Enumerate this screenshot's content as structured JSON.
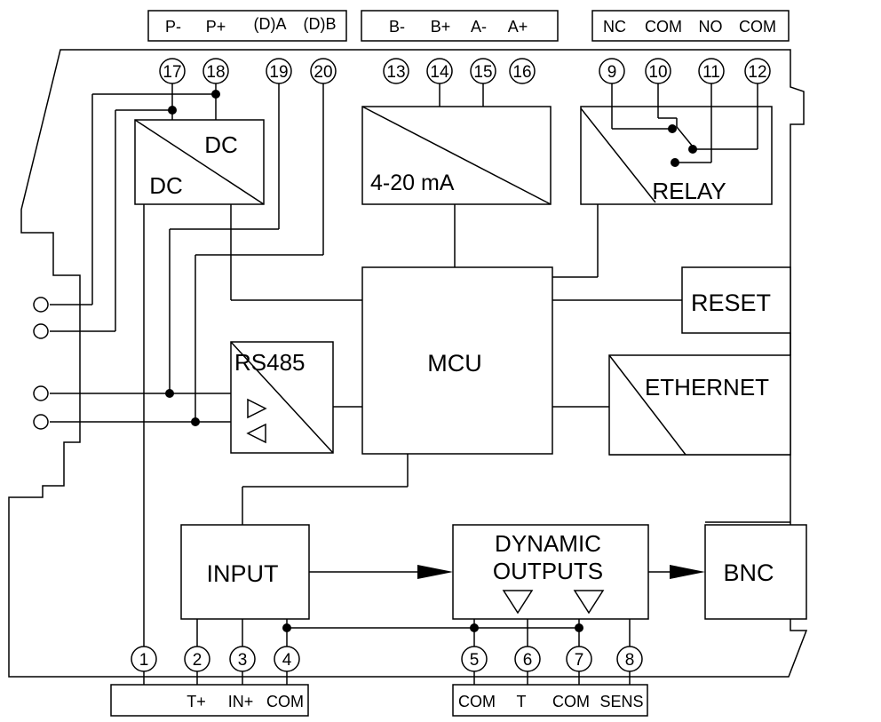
{
  "terminals": {
    "top_left": [
      "P-",
      "P+",
      "(D)A",
      "(D)B"
    ],
    "top_mid": [
      "B-",
      "B+",
      "A-",
      "A+"
    ],
    "top_right": [
      "NC",
      "COM",
      "NO",
      "COM"
    ],
    "bottom_left": [
      "T+",
      "IN+",
      "COM"
    ],
    "bottom_right": [
      "COM",
      "T",
      "COM",
      "SENS"
    ]
  },
  "pins": {
    "p17": "17",
    "p18": "18",
    "p19": "19",
    "p20": "20",
    "p13": "13",
    "p14": "14",
    "p15": "15",
    "p16": "16",
    "p9": "9",
    "p10": "10",
    "p11": "11",
    "p12": "12",
    "p1": "1",
    "p2": "2",
    "p3": "3",
    "p4": "4",
    "p5": "5",
    "p6": "6",
    "p7": "7",
    "p8": "8"
  },
  "blocks": {
    "dcdc_top": "DC",
    "dcdc_bottom": "DC",
    "current_out": "4-20 mA",
    "relay": "RELAY",
    "reset": "RESET",
    "rs485": "RS485",
    "mcu": "MCU",
    "ethernet": "ETHERNET",
    "input": "INPUT",
    "dyn_line1": "DYNAMIC",
    "dyn_line2": "OUTPUTS",
    "bnc": "BNC"
  }
}
